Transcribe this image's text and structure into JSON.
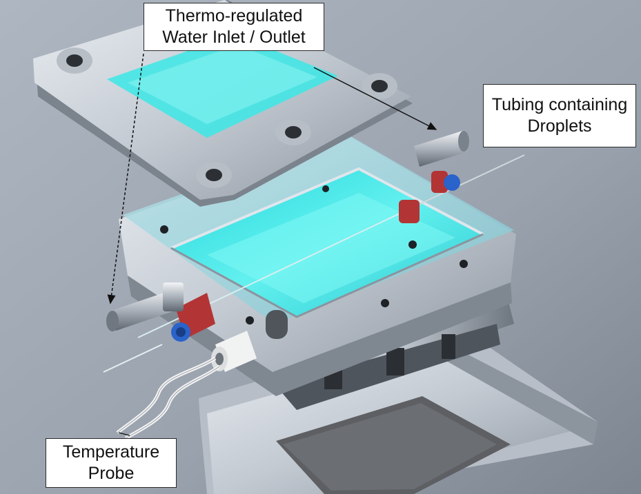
{
  "labels": {
    "water": {
      "line1": "Thermo-regulated",
      "line2": "Water Inlet / Outlet"
    },
    "tubing": {
      "line1": "Tubing containing",
      "line2": "Droplets"
    },
    "probe": {
      "line1": "Temperature",
      "line2": "Probe"
    }
  },
  "colors": {
    "background": "#9ea6b1",
    "metal": "#cdd3da",
    "water": "#35e6e6",
    "fitting_red": "#b33434",
    "fitting_blue": "#2a63c9"
  }
}
